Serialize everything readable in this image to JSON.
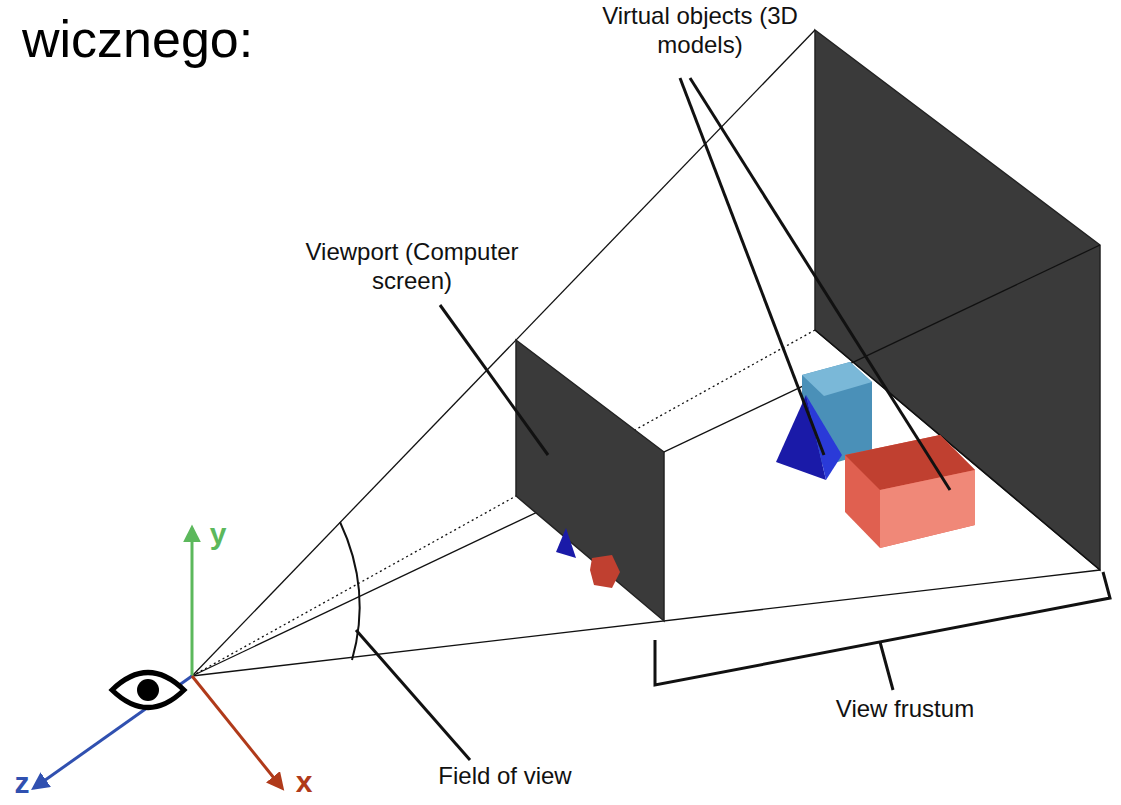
{
  "diagram": {
    "title": "wicznego:",
    "labels": [
      "Virtual objects (3D models)",
      "Viewport (Computer screen)",
      "Field of view",
      "View frustum",
      "y",
      "z",
      "x"
    ]
  }
}
